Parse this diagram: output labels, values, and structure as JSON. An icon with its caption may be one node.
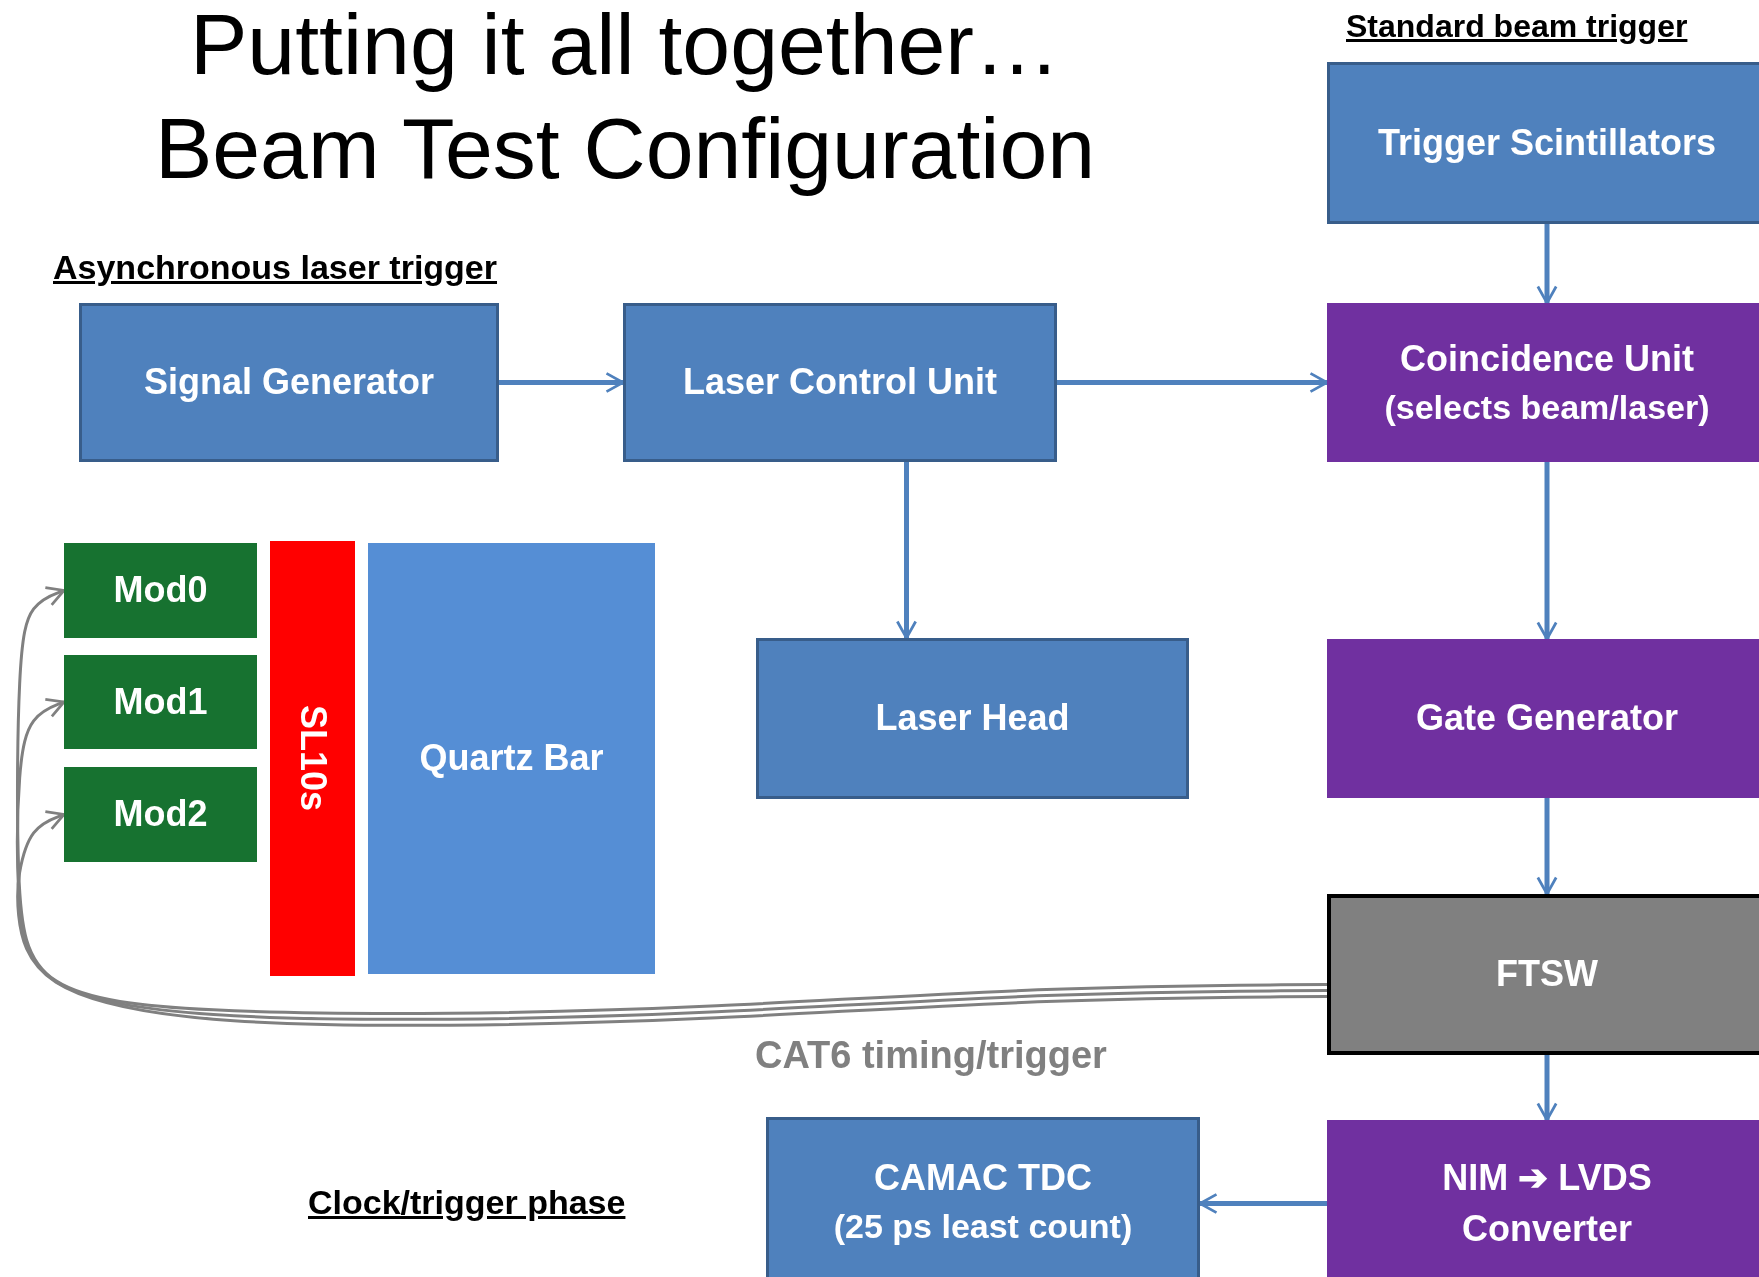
{
  "diagram": {
    "title": "Putting it all together… Beam Test Configuration",
    "nodes": [
      {
        "text": [
          "Trigger Scintillators"
        ]
      },
      {
        "text": [
          "Signal Generator"
        ]
      },
      {
        "text": [
          "Laser Control Unit"
        ]
      },
      {
        "text": [
          "Coincidence Unit",
          "(selects beam/laser)"
        ]
      },
      {
        "text": [
          "Mod0"
        ]
      },
      {
        "text": [
          "Mod1"
        ]
      },
      {
        "text": [
          "Mod2"
        ]
      },
      {
        "text": [
          "SL10s"
        ]
      },
      {
        "text": [
          "Quartz Bar"
        ]
      },
      {
        "text": [
          "Laser Head"
        ]
      },
      {
        "text": [
          "Gate Generator"
        ]
      },
      {
        "text": [
          "FTSW"
        ]
      },
      {
        "text": [
          "CAMAC TDC",
          "(25 ps least count)"
        ]
      },
      {
        "text": [
          "NIM ➔ LVDS Converter"
        ]
      }
    ],
    "edges": [
      {
        "from": 0,
        "to": 3,
        "arrow": "to"
      },
      {
        "from": 1,
        "to": 2,
        "arrow": "to"
      },
      {
        "from": 2,
        "to": 3,
        "arrow": "to"
      },
      {
        "from": 2,
        "to": 9,
        "arrow": "to"
      },
      {
        "from": 3,
        "to": 10,
        "arrow": "to"
      },
      {
        "from": 10,
        "to": 11,
        "arrow": "to"
      },
      {
        "from": 11,
        "to": 13,
        "arrow": "to"
      },
      {
        "from": 13,
        "to": 12,
        "arrow": "to"
      },
      {
        "from": 11,
        "to": 4,
        "arrow": "to",
        "color": "#808080"
      },
      {
        "from": 11,
        "to": 5,
        "arrow": "to",
        "color": "#808080"
      },
      {
        "from": 11,
        "to": 6,
        "arrow": "to",
        "color": "#808080"
      }
    ],
    "labels": [
      "Standard beam trigger",
      "Asynchronous laser trigger",
      "CAT6 timing/trigger",
      "Clock/trigger phase"
    ]
  }
}
